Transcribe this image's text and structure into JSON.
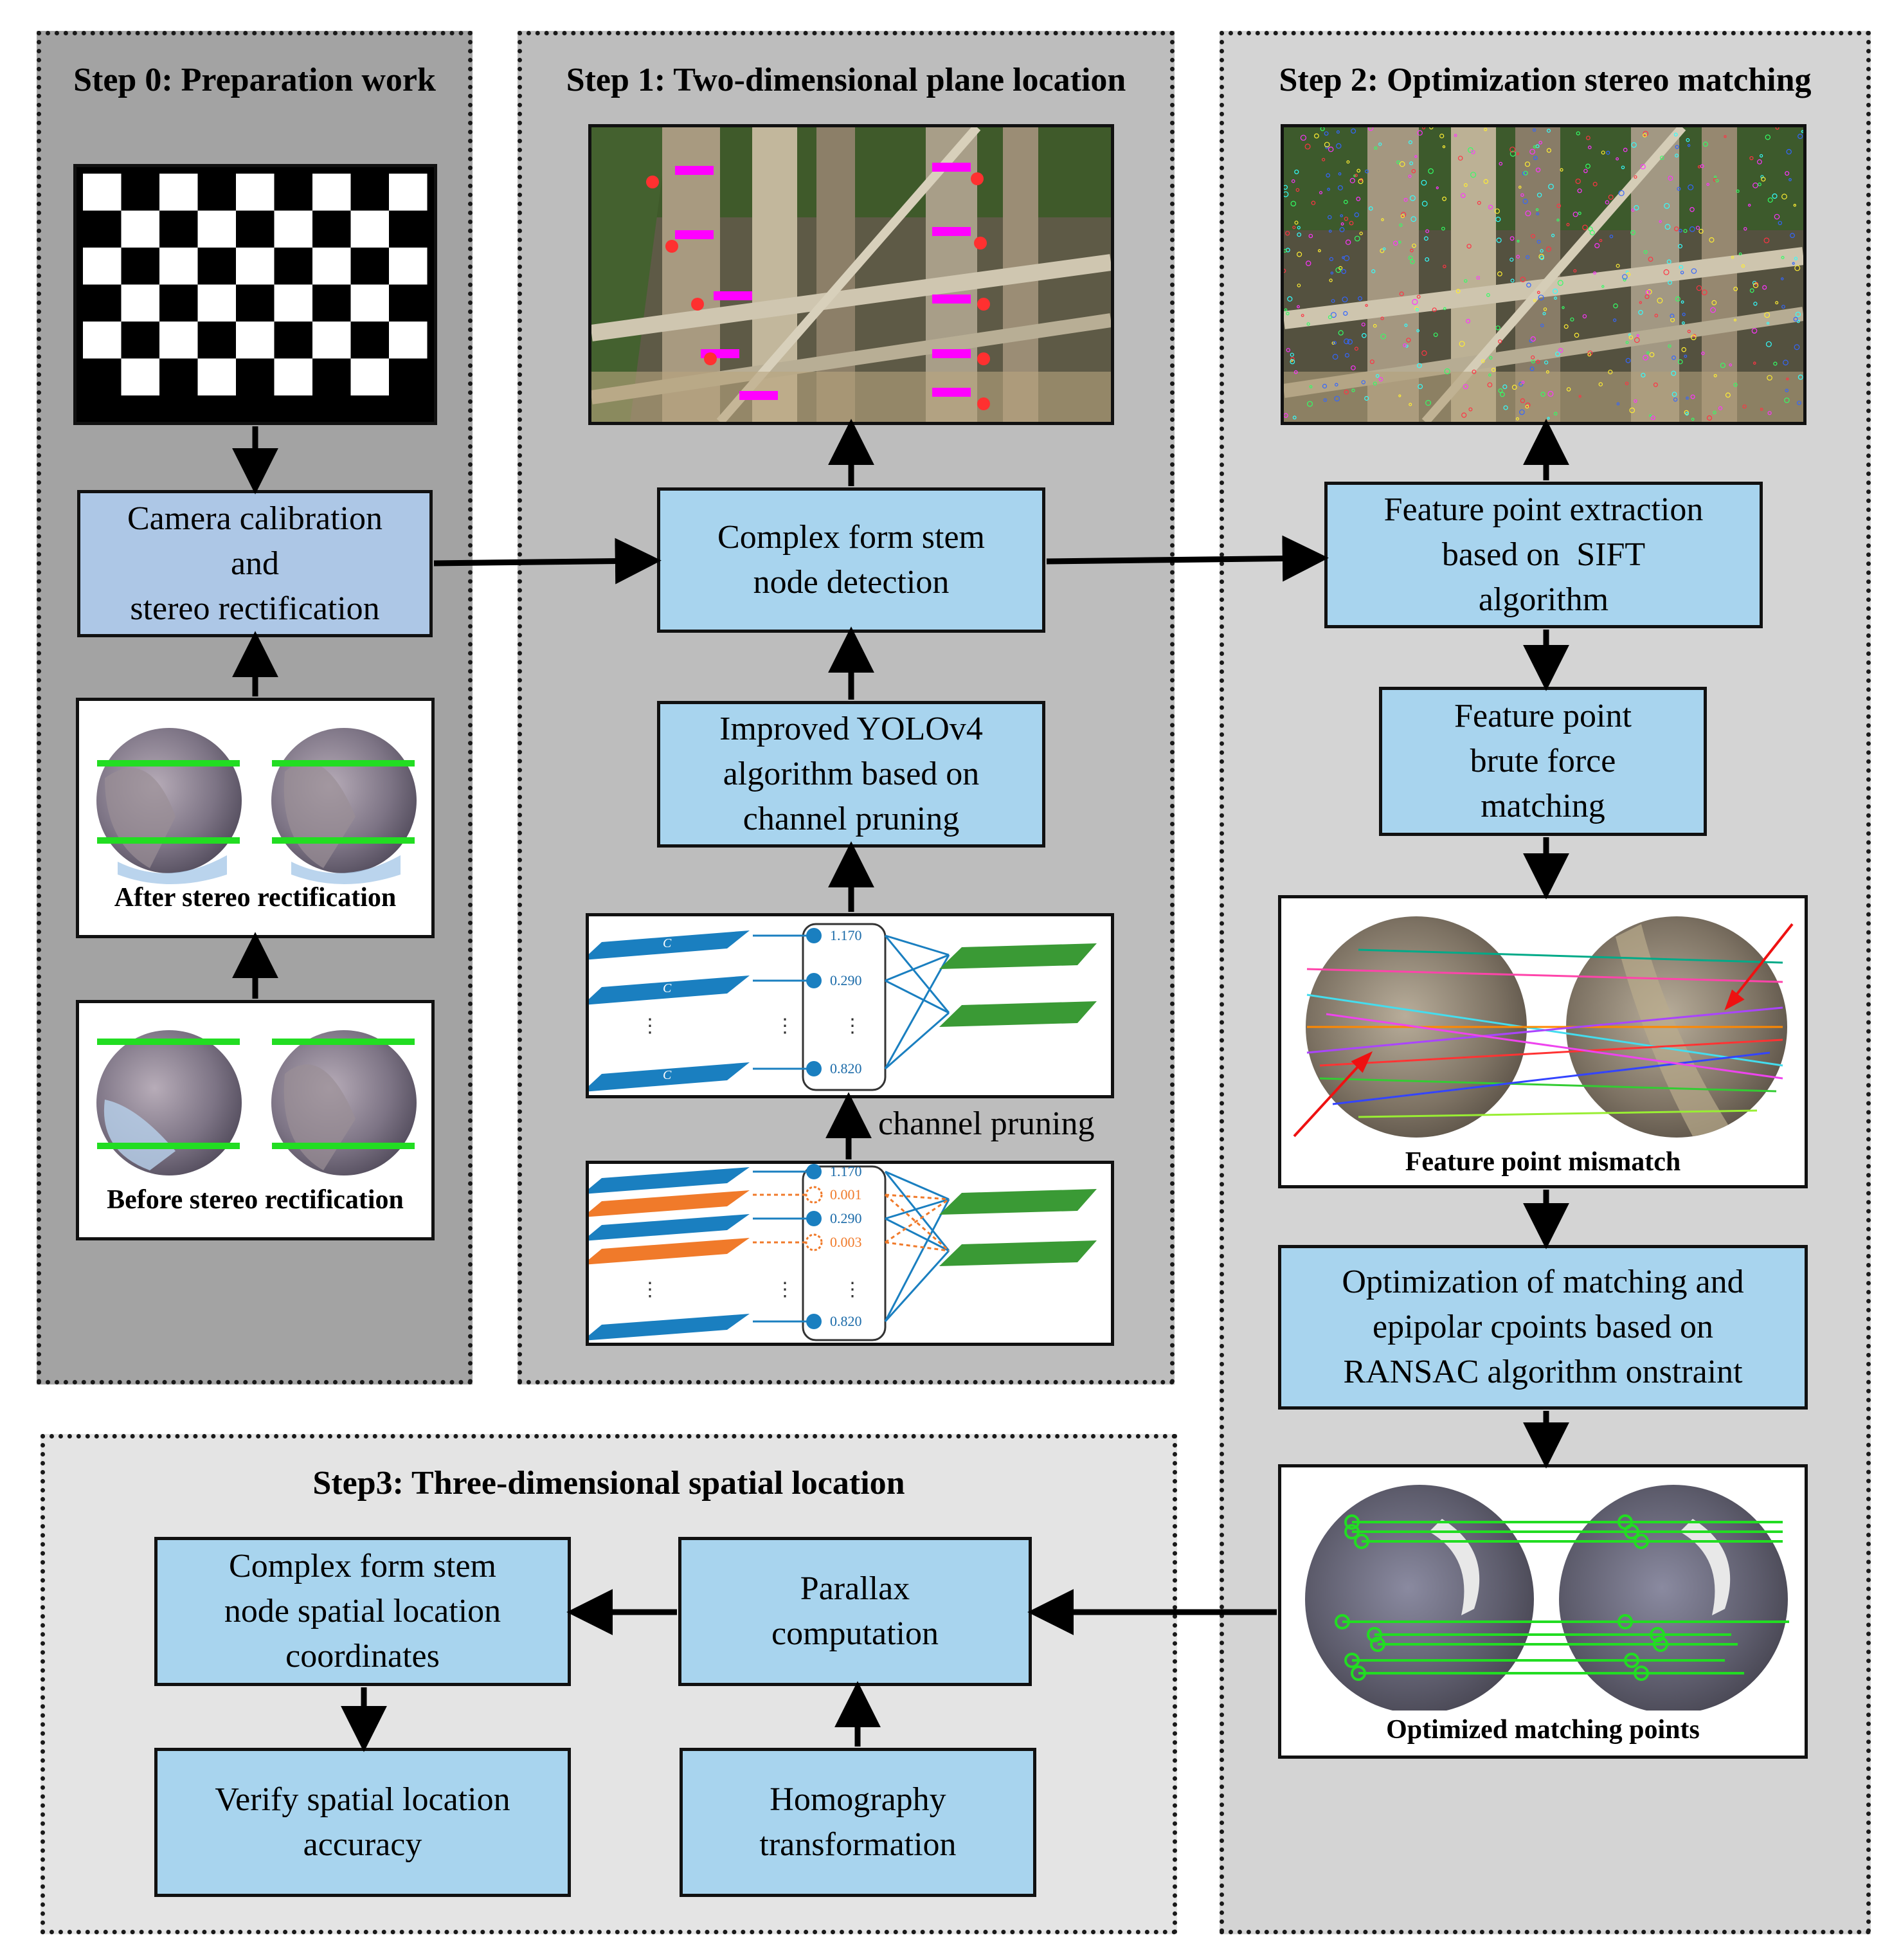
{
  "step0": {
    "title": "Step 0: Preparation work",
    "box_calibration": [
      "Camera calibration",
      "and",
      "stereo rectification"
    ],
    "caption_after": "After stereo rectification",
    "caption_before": "Before stereo rectification"
  },
  "step1": {
    "title": "Step 1: Two-dimensional plane location",
    "box_detection": [
      "Complex form stem",
      "node detection"
    ],
    "box_yolo": [
      "Improved YOLOv4",
      "algorithm based on",
      "channel pruning"
    ],
    "channel_pruning_label": "channel pruning",
    "pruned_values": [
      "1.170",
      "0.290",
      "0.820"
    ],
    "full_values": [
      "1.170",
      "0.001",
      "0.290",
      "0.003",
      "0.820"
    ]
  },
  "step2": {
    "title": "Step 2: Optimization stereo matching",
    "box_sift": [
      "Feature point extraction",
      "based on  SIFT",
      "algorithm"
    ],
    "box_bf": [
      "Feature point",
      "brute force",
      "matching"
    ],
    "caption_mismatch": "Feature point mismatch",
    "box_ransac": [
      "Optimization of matching and",
      "epipolar cpoints based on",
      "RANSAC algorithm onstraint"
    ],
    "caption_optimized": "Optimized matching points"
  },
  "step3": {
    "title": "Step3: Three-dimensional spatial location",
    "box_coords": [
      "Complex form stem",
      "node spatial location",
      "coordinates"
    ],
    "box_verify": [
      "Verify spatial location",
      "accuracy"
    ],
    "box_parallax": [
      "Parallax",
      "computation"
    ],
    "box_homography": [
      "Homography",
      "transformation"
    ]
  },
  "colors": {
    "box_fill": "#a8d4ee",
    "box_fill_calibration": "#adc7e6",
    "panel0_bg": "#a3a3a3",
    "panel1_bg": "#bdbdbd",
    "panel2_bg": "#d4d4d4",
    "panel3_bg": "#e4e4e4",
    "channel_blue": "#1a7fc0",
    "channel_orange": "#f07a2a",
    "channel_green": "#3a9a35",
    "match_line_green": "#22dd22",
    "mismatch_arrow_red": "#ee1111"
  }
}
